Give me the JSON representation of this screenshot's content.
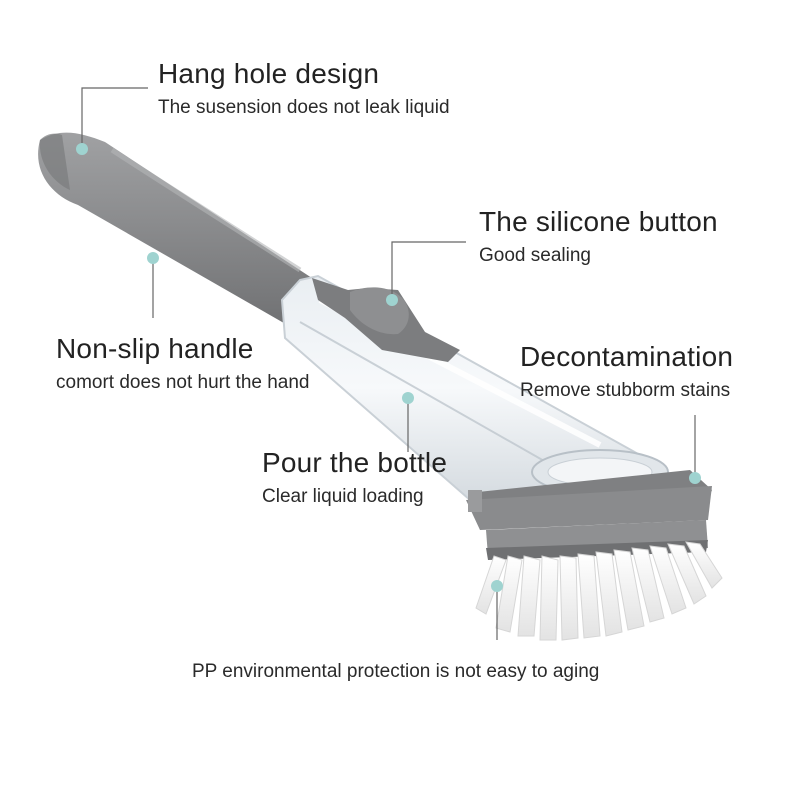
{
  "callouts": {
    "hang_hole": {
      "title": "Hang hole design",
      "subtitle": "The susension does not leak liquid"
    },
    "silicone_button": {
      "title": "The silicone button",
      "subtitle": "Good sealing"
    },
    "handle": {
      "title": "Non-slip handle",
      "subtitle": "comort does not hurt the hand"
    },
    "decontamination": {
      "title": "Decontamination",
      "subtitle": "Remove stubborm stains"
    },
    "bottle": {
      "title": "Pour the bottle",
      "subtitle": "Clear liquid loading"
    },
    "bristles": {
      "subtitle": "PP environmental protection is not easy to aging"
    }
  },
  "colors": {
    "handle_gray": "#8a8b8d",
    "handle_dark": "#6d6e70",
    "dot": "#9fd3d0",
    "leader": "#666666",
    "bristle": "#f4f4f4"
  }
}
